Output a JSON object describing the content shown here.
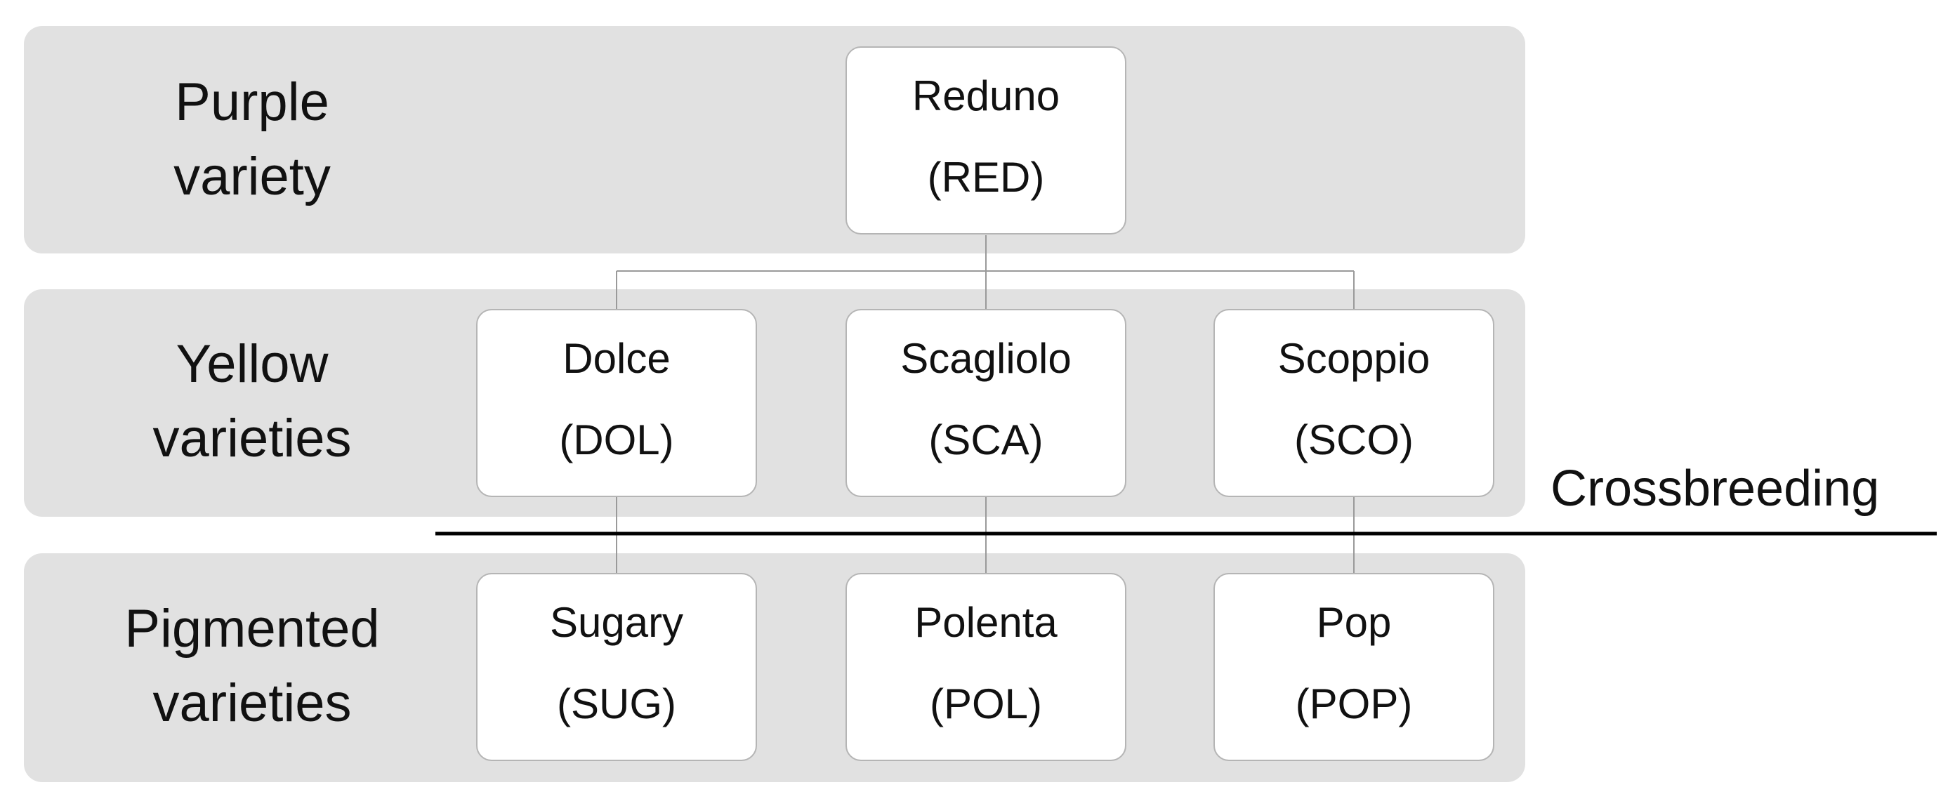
{
  "rows": [
    {
      "line1": "Purple",
      "line2": "variety"
    },
    {
      "line1": "Yellow",
      "line2": "varieties"
    },
    {
      "line1": "Pigmented",
      "line2": "varieties"
    }
  ],
  "nodes": {
    "red": {
      "name": "Reduno",
      "code": "(RED)"
    },
    "dol": {
      "name": "Dolce",
      "code": "(DOL)"
    },
    "sca": {
      "name": "Scagliolo",
      "code": "(SCA)"
    },
    "sco": {
      "name": "Scoppio",
      "code": "(SCO)"
    },
    "sug": {
      "name": "Sugary",
      "code": "(SUG)"
    },
    "pol": {
      "name": "Polenta",
      "code": "(POL)"
    },
    "pop": {
      "name": "Pop",
      "code": "(POP)"
    }
  },
  "crossbreeding_label": "Crossbreeding",
  "colors": {
    "band": "#e1e1e1",
    "node_fill": "#ffffff",
    "node_border": "#b5b5b5",
    "connector": "#9a9a9a",
    "divider": "#000000"
  }
}
